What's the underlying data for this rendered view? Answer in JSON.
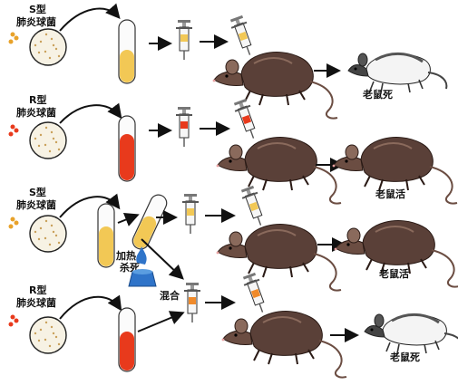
{
  "rows": [
    {
      "strain_line1": "S型",
      "strain_line2": "肺炎球菌",
      "result": "老鼠死"
    },
    {
      "strain_line1": "R型",
      "strain_line2": "肺炎球菌",
      "result": "老鼠活"
    },
    {
      "strain_line1": "S型",
      "strain_line2": "肺炎球菌",
      "result": "老鼠活"
    },
    {
      "strain_line1": "R型",
      "strain_line2": "肺炎球菌",
      "result": "老鼠死"
    }
  ],
  "heat": {
    "line1": "加热",
    "line2": "杀死"
  },
  "mix_label": "混合",
  "colors": {
    "s_medium": "#f2c855",
    "r_medium": "#e83a1c",
    "arrow": "#111111",
    "mouse_body": "#5a4038",
    "mouse_light": "#8a6a5c",
    "flame": "#2f74c9"
  },
  "icons": [
    "bacteria-dish-icon",
    "test-tube-icon",
    "syringe-icon",
    "mouse-icon",
    "burner-icon",
    "arrow-icon"
  ]
}
